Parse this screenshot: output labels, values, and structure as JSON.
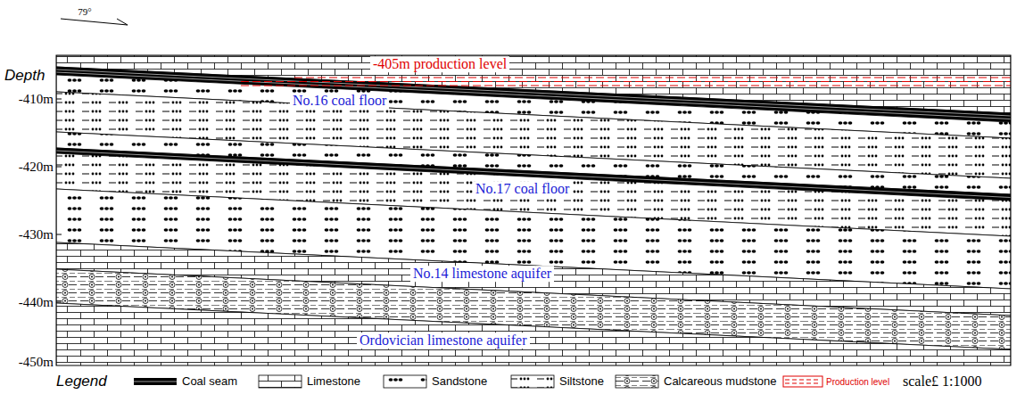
{
  "diagram": {
    "labels": [
      "79°",
      "Depth",
      "-405m production level",
      "No.16 coal floor",
      "-410m",
      "-420m",
      "No.17 coal floor",
      "-430m",
      "No.14 limestone aquifer",
      "-440m",
      "Ordovician limestone aquifer",
      "-450m",
      "Legend",
      "scale£ 1:1000"
    ],
    "legend": [
      {
        "text": "Coal seam"
      },
      {
        "text": "Limestone"
      },
      {
        "text": "Sandstone"
      },
      {
        "text": "Siltstone"
      },
      {
        "text": "Calcareous mudstone"
      },
      {
        "text": "Production level"
      }
    ]
  }
}
